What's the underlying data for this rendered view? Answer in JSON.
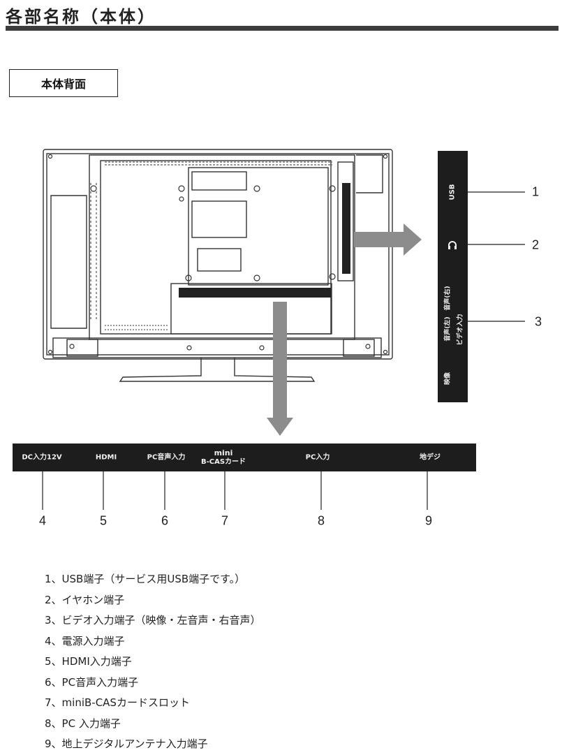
{
  "page_title": "各部名称（本体）",
  "section_label": "本体背面",
  "side_panel": {
    "usb": "USB",
    "headphone_icon": "headphone-icon",
    "audio_right": "音声(右)",
    "audio_left": "音声(左)",
    "video_in": "ビデオ入力",
    "video": "映像"
  },
  "bottom_panel": {
    "dc_in": "DC入力12V",
    "hdmi": "HDMI",
    "pc_audio": "PC音声入力",
    "bcas_line1": "mini",
    "bcas_line2": "B-CASカード",
    "pc_in": "PC入力",
    "antenna": "地デジ"
  },
  "callouts": [
    "1",
    "2",
    "3",
    "4",
    "5",
    "6",
    "7",
    "8",
    "9"
  ],
  "descriptions": [
    "1、USB端子（サービス用USB端子です。）",
    "2、イヤホン端子",
    "3、ビデオ入力端子（映像・左音声・右音声）",
    "4、電源入力端子",
    "5、HDMI入力端子",
    "6、PC音声入力端子",
    "7、miniB-CASカードスロット",
    "8、PC 入力端子",
    "9、地上デジタルアンテナ入力端子"
  ],
  "colors": {
    "panel": "#1d1d1d",
    "arrow": "#8c8c8c",
    "rule": "#3d3d3d"
  }
}
